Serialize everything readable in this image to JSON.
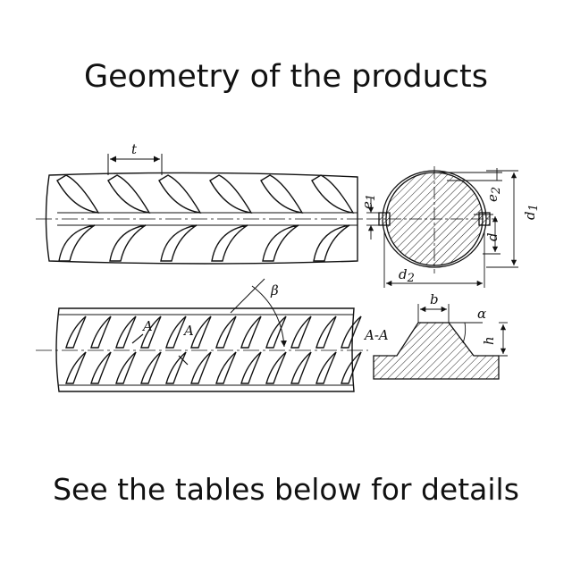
{
  "title": "Geometry of the products",
  "footer": "See the tables below for details",
  "labels": {
    "t": "t",
    "e1": "e",
    "e1_sub": "1",
    "e2": "e",
    "e2_sub": "2",
    "d": "d",
    "d1": "d",
    "d1_sub": "1",
    "d2": "d",
    "d2_sub": "2",
    "beta": "β",
    "a_top": "A",
    "a_mid": "A",
    "section": "A-A",
    "b": "b",
    "alpha": "α",
    "h": "h"
  }
}
